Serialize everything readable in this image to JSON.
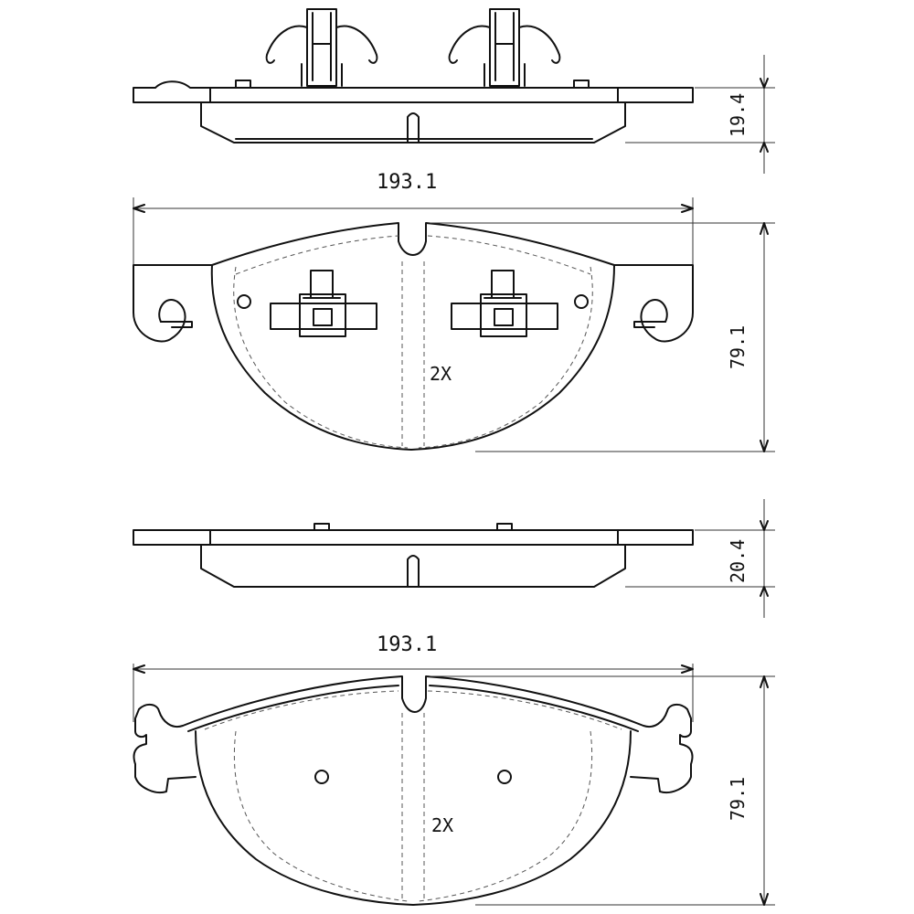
{
  "top_pad": {
    "width_dim": "193.1",
    "thickness_dim": "19.4",
    "height_dim": "79.1",
    "quantity": "2X"
  },
  "bottom_pad": {
    "width_dim": "193.1",
    "thickness_dim": "20.4",
    "height_dim": "79.1",
    "quantity": "2X"
  }
}
